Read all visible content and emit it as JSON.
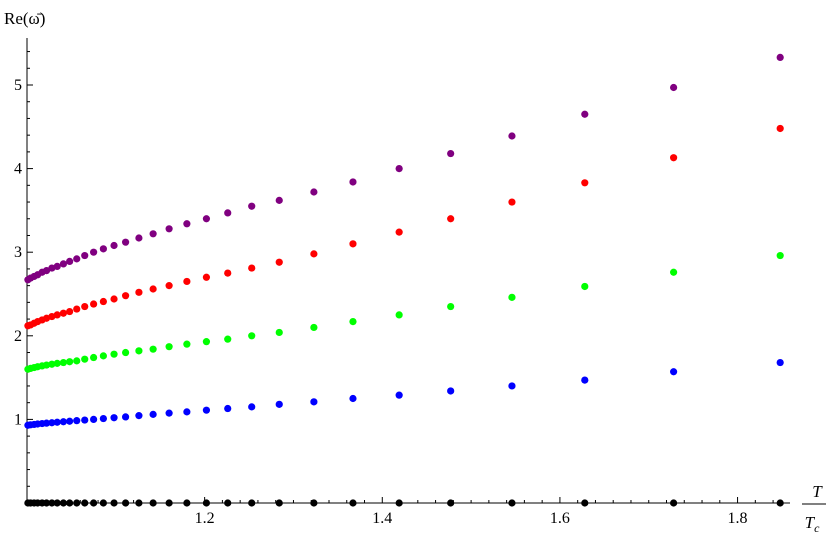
{
  "chart_data": {
    "type": "scatter",
    "ylabel": "Re(ω̄)",
    "xlabel_numerator": "T",
    "xlabel_denominator": "T",
    "xlabel_denominator_sub": "c",
    "xlim": [
      1.0,
      1.85
    ],
    "ylim": [
      0,
      5.5
    ],
    "x_ticks": [
      1.2,
      1.4,
      1.6,
      1.8
    ],
    "y_ticks": [
      1,
      2,
      3,
      4,
      5
    ],
    "grid": false,
    "x": [
      1.001,
      1.004,
      1.008,
      1.012,
      1.017,
      1.022,
      1.028,
      1.034,
      1.041,
      1.048,
      1.056,
      1.065,
      1.075,
      1.086,
      1.098,
      1.111,
      1.126,
      1.142,
      1.16,
      1.18,
      1.202,
      1.226,
      1.253,
      1.284,
      1.323,
      1.367,
      1.419,
      1.477,
      1.546,
      1.628,
      1.728,
      1.848
    ],
    "series": [
      {
        "color": "#000000",
        "values": [
          0,
          0,
          0,
          0,
          0,
          0,
          0,
          0,
          0,
          0,
          0,
          0,
          0,
          0,
          0,
          0,
          0,
          0,
          0,
          0,
          0,
          0,
          0,
          0,
          0,
          0,
          0,
          0,
          0,
          0,
          0,
          0
        ]
      },
      {
        "color": "#0000ff",
        "values": [
          0.93,
          0.935,
          0.94,
          0.945,
          0.95,
          0.955,
          0.96,
          0.966,
          0.972,
          0.978,
          0.985,
          0.992,
          1.0,
          1.01,
          1.02,
          1.03,
          1.045,
          1.06,
          1.075,
          1.09,
          1.11,
          1.13,
          1.15,
          1.18,
          1.21,
          1.25,
          1.29,
          1.34,
          1.4,
          1.47,
          1.57,
          1.68
        ]
      },
      {
        "color": "#00ff00",
        "values": [
          1.6,
          1.61,
          1.62,
          1.63,
          1.64,
          1.65,
          1.66,
          1.67,
          1.68,
          1.69,
          1.7,
          1.72,
          1.74,
          1.76,
          1.78,
          1.8,
          1.82,
          1.84,
          1.87,
          1.9,
          1.93,
          1.96,
          2.0,
          2.04,
          2.1,
          2.17,
          2.25,
          2.35,
          2.46,
          2.59,
          2.76,
          2.96
        ]
      },
      {
        "color": "#ff0000",
        "values": [
          2.12,
          2.13,
          2.15,
          2.17,
          2.19,
          2.21,
          2.23,
          2.25,
          2.27,
          2.29,
          2.32,
          2.35,
          2.38,
          2.41,
          2.44,
          2.48,
          2.52,
          2.56,
          2.6,
          2.65,
          2.7,
          2.75,
          2.81,
          2.88,
          2.98,
          3.1,
          3.24,
          3.4,
          3.6,
          3.83,
          4.13,
          4.48
        ]
      },
      {
        "color": "#800080",
        "values": [
          2.67,
          2.69,
          2.71,
          2.73,
          2.76,
          2.78,
          2.81,
          2.83,
          2.86,
          2.89,
          2.92,
          2.96,
          3.0,
          3.04,
          3.08,
          3.12,
          3.17,
          3.22,
          3.28,
          3.34,
          3.4,
          3.47,
          3.55,
          3.62,
          3.72,
          3.84,
          4.0,
          4.18,
          4.39,
          4.65,
          4.97,
          5.33
        ]
      }
    ]
  }
}
